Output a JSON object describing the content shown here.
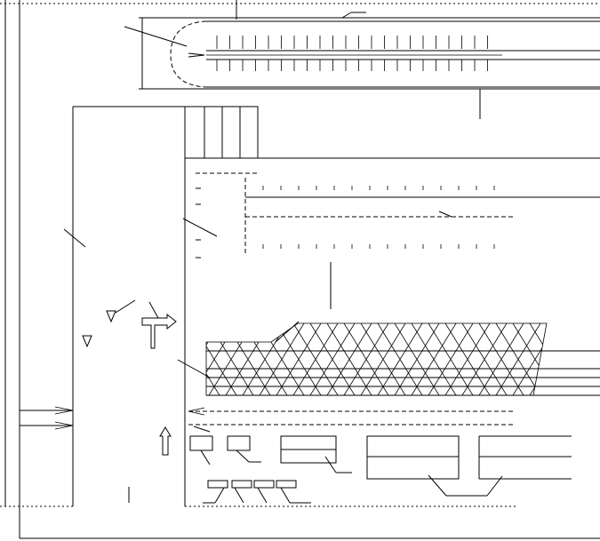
{
  "drawing": {
    "kind": "road layout line drawing",
    "line_color": "#000000",
    "background_color": "#ffffff",
    "has_text_labels": false,
    "symbols": [
      "straight-arrow-icon",
      "turn-arrow-icon",
      "yield-triangle-icon",
      "yield-triangle-icon",
      "turnaround-loop",
      "crosshatch-island",
      "parking-bays"
    ]
  }
}
